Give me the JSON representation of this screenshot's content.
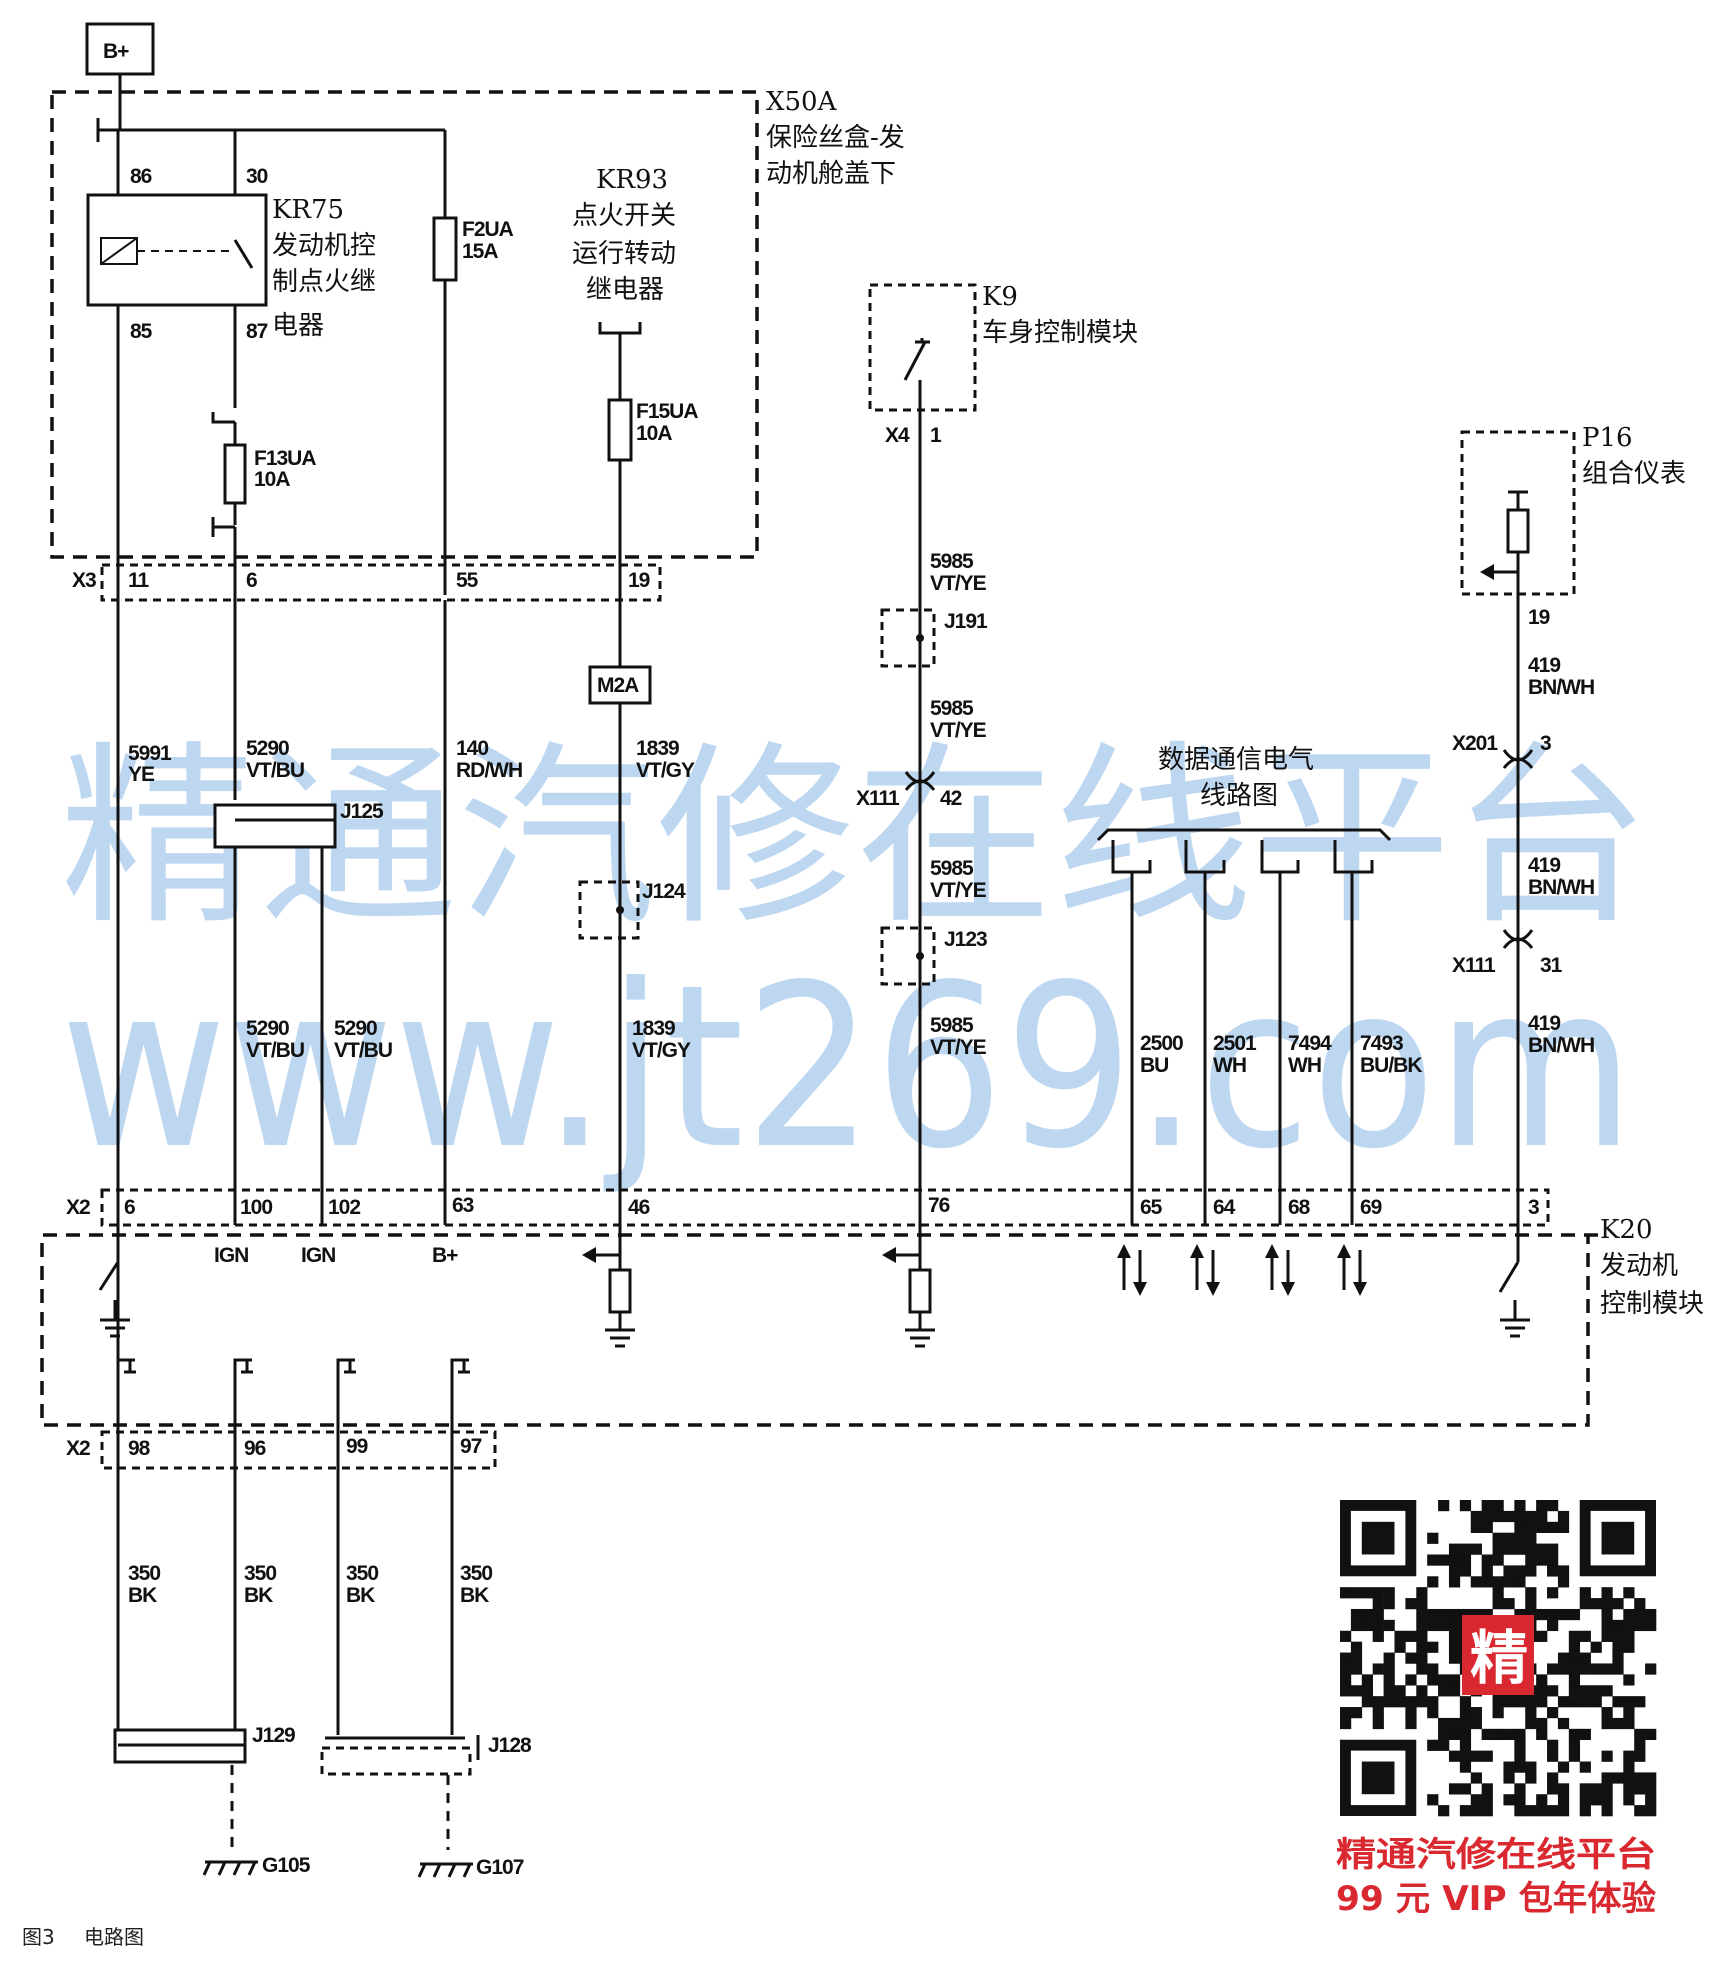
{
  "power": {
    "battery": "B+"
  },
  "fuse_box": {
    "ref": "X50A",
    "name": "保险丝盒-发",
    "name2": "动机舱盖下"
  },
  "relay_kr75": {
    "ref": "KR75",
    "name1": "发动机控",
    "name2": "制点火继",
    "name3": "电器",
    "pins": [
      "86",
      "30",
      "85",
      "87"
    ]
  },
  "relay_kr93": {
    "ref": "KR93",
    "name1": "点火开关",
    "name2": "运行转动",
    "name3": "继电器"
  },
  "fuses": [
    {
      "name": "F2UA",
      "rating": "15A"
    },
    {
      "name": "F13UA",
      "rating": "10A"
    },
    {
      "name": "F15UA",
      "rating": "10A"
    }
  ],
  "connector_x3": {
    "name": "X3",
    "pins": [
      "11",
      "6",
      "55",
      "19"
    ]
  },
  "body_module": {
    "ref": "K9",
    "name": "车身控制模块",
    "conn": "X4",
    "pin": "1"
  },
  "cluster": {
    "ref": "P16",
    "name": "组合仪表",
    "pin": "19"
  },
  "wires": {
    "w5991": {
      "num": "5991",
      "color": "YE"
    },
    "w5290a": {
      "num": "5290",
      "color": "VT/BU"
    },
    "w5290b": {
      "num": "5290",
      "color": "VT/BU"
    },
    "w5290c": {
      "num": "5290",
      "color": "VT/BU"
    },
    "w140": {
      "num": "140",
      "color": "RD/WH"
    },
    "w1839a": {
      "num": "1839",
      "color": "VT/GY"
    },
    "w1839b": {
      "num": "1839",
      "color": "VT/GY"
    },
    "w5985a": {
      "num": "5985",
      "color": "VT/YE"
    },
    "w5985b": {
      "num": "5985",
      "color": "VT/YE"
    },
    "w5985c": {
      "num": "5985",
      "color": "VT/YE"
    },
    "w5985d": {
      "num": "5985",
      "color": "VT/YE"
    },
    "w419a": {
      "num": "419",
      "color": "BN/WH"
    },
    "w419b": {
      "num": "419",
      "color": "BN/WH"
    },
    "w419c": {
      "num": "419",
      "color": "BN/WH"
    },
    "w2500": {
      "num": "2500",
      "color": "BU"
    },
    "w2501": {
      "num": "2501",
      "color": "WH"
    },
    "w7494": {
      "num": "7494",
      "color": "WH"
    },
    "w7493": {
      "num": "7493",
      "color": "BU/BK"
    },
    "w350a": {
      "num": "350",
      "color": "BK"
    },
    "w350b": {
      "num": "350",
      "color": "BK"
    },
    "w350c": {
      "num": "350",
      "color": "BK"
    },
    "w350d": {
      "num": "350",
      "color": "BK"
    }
  },
  "splices": [
    "J125",
    "J124",
    "J191",
    "J123",
    "J129",
    "J128"
  ],
  "inline": {
    "m2a": "M2A",
    "x111a": {
      "name": "X111",
      "pin": "42"
    },
    "x201": {
      "name": "X201",
      "pin": "3"
    },
    "x111b": {
      "name": "X111",
      "pin": "31"
    }
  },
  "data_comm": {
    "line1": "数据通信电气",
    "line2": "线路图"
  },
  "connector_x2_top": {
    "name": "X2",
    "pins": [
      "6",
      "100",
      "102",
      "63",
      "46",
      "76",
      "65",
      "64",
      "68",
      "69",
      "3"
    ]
  },
  "ecm": {
    "ref": "K20",
    "name1": "发动机",
    "name2": "控制模块",
    "ign1": "IGN",
    "ign2": "IGN",
    "bplus": "B+"
  },
  "connector_x2_bottom": {
    "name": "X2",
    "pins": [
      "98",
      "96",
      "99",
      "97"
    ]
  },
  "grounds": [
    "G105",
    "G107"
  ],
  "watermark": {
    "line1": "精通汽修在线平台",
    "line2": "www.jt269.com"
  },
  "promo": {
    "qr_char": "精",
    "line1": "精通汽修在线平台",
    "line2": "99 元 VIP 包年体验"
  },
  "caption": {
    "fig": "图3",
    "title": "电路图"
  },
  "colors": {
    "line": "#111111",
    "watermark": "#9cc3ea",
    "promo": "#d9282f"
  }
}
